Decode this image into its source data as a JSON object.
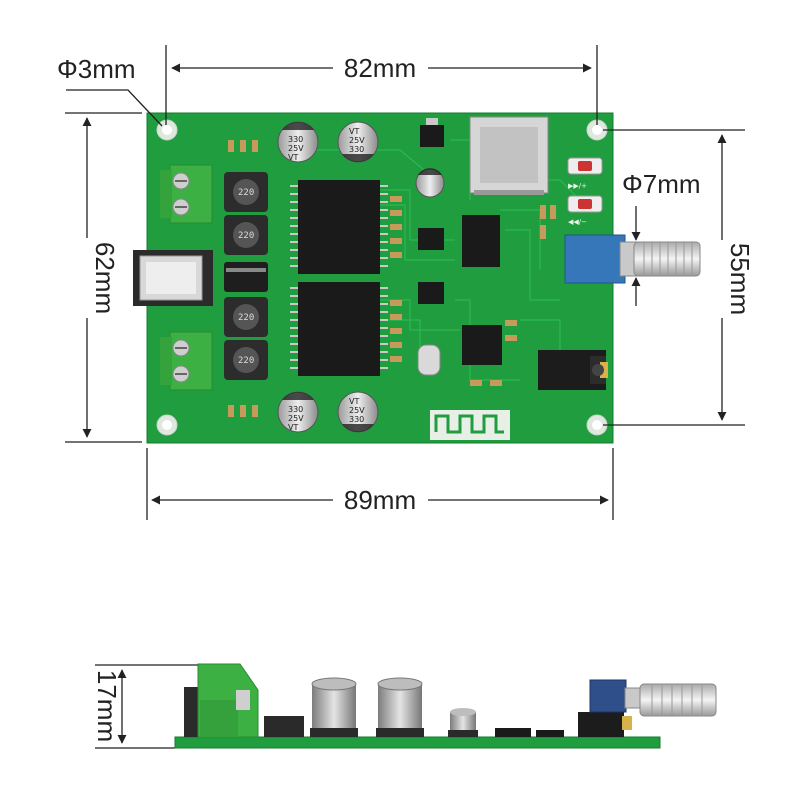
{
  "dimensions": {
    "top_width": "82mm",
    "hole_diameter": "Φ3mm",
    "knob_diameter": "Φ7mm",
    "left_height": "62mm",
    "right_height": "55mm",
    "bottom_width": "89mm",
    "side_height": "17mm"
  },
  "components": {
    "cap_labels": [
      "330",
      "25V",
      "VT"
    ],
    "inductor_label": "220"
  },
  "colors": {
    "pcb": "#1f9d3f",
    "pcb_dark": "#187f33",
    "terminal": "#3cb043",
    "dim_line": "#222222"
  }
}
